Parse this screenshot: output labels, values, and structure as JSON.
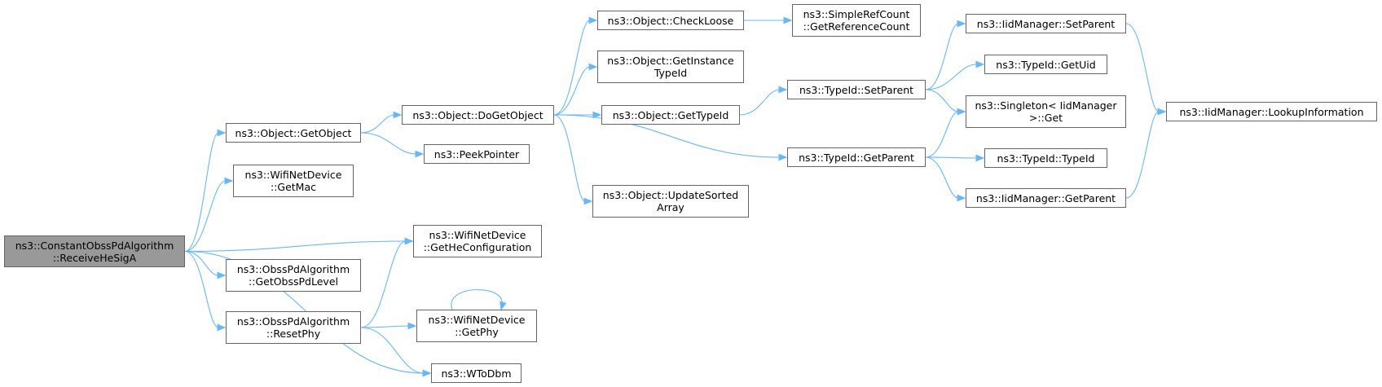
{
  "colors": {
    "edge": "#63b8ff",
    "node_border": "#666666",
    "node_fill": "#ffffff",
    "root_fill": "#999999"
  },
  "nodes": {
    "receive_he_sig_a": [
      "ns3::ConstantObssPdAlgorithm",
      "::ReceiveHeSigA"
    ],
    "object_getobject": [
      "ns3::Object::GetObject"
    ],
    "wifinetdevice_getmac": [
      "ns3::WifiNetDevice",
      "::GetMac"
    ],
    "wifinetdevice_gethe": [
      "ns3::WifiNetDevice",
      "::GetHeConfiguration"
    ],
    "obsspd_getlevel": [
      "ns3::ObssPdAlgorithm",
      "::GetObssPdLevel"
    ],
    "obsspd_resetphy": [
      "ns3::ObssPdAlgorithm",
      "::ResetPhy"
    ],
    "object_dogetobject": [
      "ns3::Object::DoGetObject"
    ],
    "peekpointer": [
      "ns3::PeekPointer"
    ],
    "wifinetdevice_getphy": [
      "ns3::WifiNetDevice",
      "::GetPhy"
    ],
    "wtodbm": [
      "ns3::WToDbm"
    ],
    "object_checkloose": [
      "ns3::Object::CheckLoose"
    ],
    "object_getinstancetypeid": [
      "ns3::Object::GetInstance",
      "TypeId"
    ],
    "object_gettypeid": [
      "ns3::Object::GetTypeId"
    ],
    "object_updatesortedarray": [
      "ns3::Object::UpdateSorted",
      "Array"
    ],
    "simplerefcount_getrefcount": [
      "ns3::SimpleRefCount",
      "::GetReferenceCount"
    ],
    "typeid_setparent": [
      "ns3::TypeId::SetParent"
    ],
    "typeid_getparent": [
      "ns3::TypeId::GetParent"
    ],
    "iidmanager_setparent": [
      "ns3::IidManager::SetParent"
    ],
    "typeid_getuid": [
      "ns3::TypeId::GetUid"
    ],
    "singleton_get": [
      "ns3::Singleton< IidManager",
      " >::Get"
    ],
    "typeid_typeid": [
      "ns3::TypeId::TypeId"
    ],
    "iidmanager_getparent": [
      "ns3::IidManager::GetParent"
    ],
    "iidmanager_lookupinformation": [
      "ns3::IidManager::LookupInformation"
    ]
  },
  "edges": [
    [
      "receive_he_sig_a",
      "object_getobject"
    ],
    [
      "receive_he_sig_a",
      "wifinetdevice_getmac"
    ],
    [
      "receive_he_sig_a",
      "wifinetdevice_gethe"
    ],
    [
      "receive_he_sig_a",
      "obsspd_getlevel"
    ],
    [
      "receive_he_sig_a",
      "obsspd_resetphy"
    ],
    [
      "receive_he_sig_a",
      "wtodbm"
    ],
    [
      "object_getobject",
      "object_dogetobject"
    ],
    [
      "object_getobject",
      "peekpointer"
    ],
    [
      "obsspd_resetphy",
      "wifinetdevice_gethe"
    ],
    [
      "obsspd_resetphy",
      "wifinetdevice_getphy"
    ],
    [
      "obsspd_resetphy",
      "wtodbm"
    ],
    [
      "wifinetdevice_getphy",
      "wifinetdevice_getphy"
    ],
    [
      "object_dogetobject",
      "object_checkloose"
    ],
    [
      "object_dogetobject",
      "object_getinstancetypeid"
    ],
    [
      "object_dogetobject",
      "object_gettypeid"
    ],
    [
      "object_dogetobject",
      "object_updatesortedarray"
    ],
    [
      "object_dogetobject",
      "typeid_getparent"
    ],
    [
      "object_checkloose",
      "simplerefcount_getrefcount"
    ],
    [
      "object_gettypeid",
      "typeid_setparent"
    ],
    [
      "typeid_setparent",
      "iidmanager_setparent"
    ],
    [
      "typeid_setparent",
      "typeid_getuid"
    ],
    [
      "typeid_setparent",
      "singleton_get"
    ],
    [
      "typeid_getparent",
      "singleton_get"
    ],
    [
      "typeid_getparent",
      "typeid_typeid"
    ],
    [
      "typeid_getparent",
      "iidmanager_getparent"
    ],
    [
      "iidmanager_setparent",
      "iidmanager_lookupinformation"
    ],
    [
      "iidmanager_getparent",
      "iidmanager_lookupinformation"
    ]
  ]
}
